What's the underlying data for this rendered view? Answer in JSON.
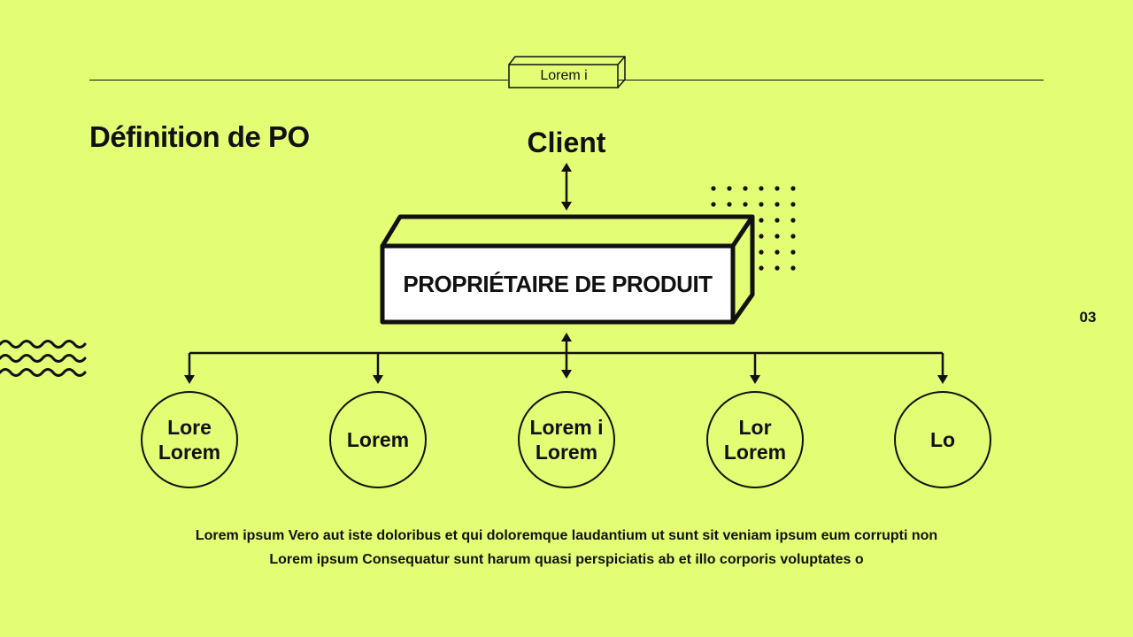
{
  "tag": {
    "label": "Lorem i"
  },
  "title": "Définition de PO",
  "diagram": {
    "top_node": "Client",
    "center_node": "PROPRIÉTAIRE DE PRODUIT",
    "child_nodes": [
      {
        "label": "Lore\nLorem"
      },
      {
        "label": "Lorem"
      },
      {
        "label": "Lorem i\nLorem"
      },
      {
        "label": "Lor\nLorem"
      },
      {
        "label": "Lo"
      }
    ]
  },
  "page_number": "03",
  "caption": {
    "line1": "Lorem ipsum Vero aut iste doloribus et qui doloremque laudantium ut sunt sit veniam ipsum eum corrupti non",
    "line2": "Lorem ipsum Consequatur sunt harum quasi perspiciatis ab et illo corporis voluptates o"
  },
  "colors": {
    "background": "#e3fd74",
    "ink": "#111111",
    "box_fill": "#ffffff"
  }
}
